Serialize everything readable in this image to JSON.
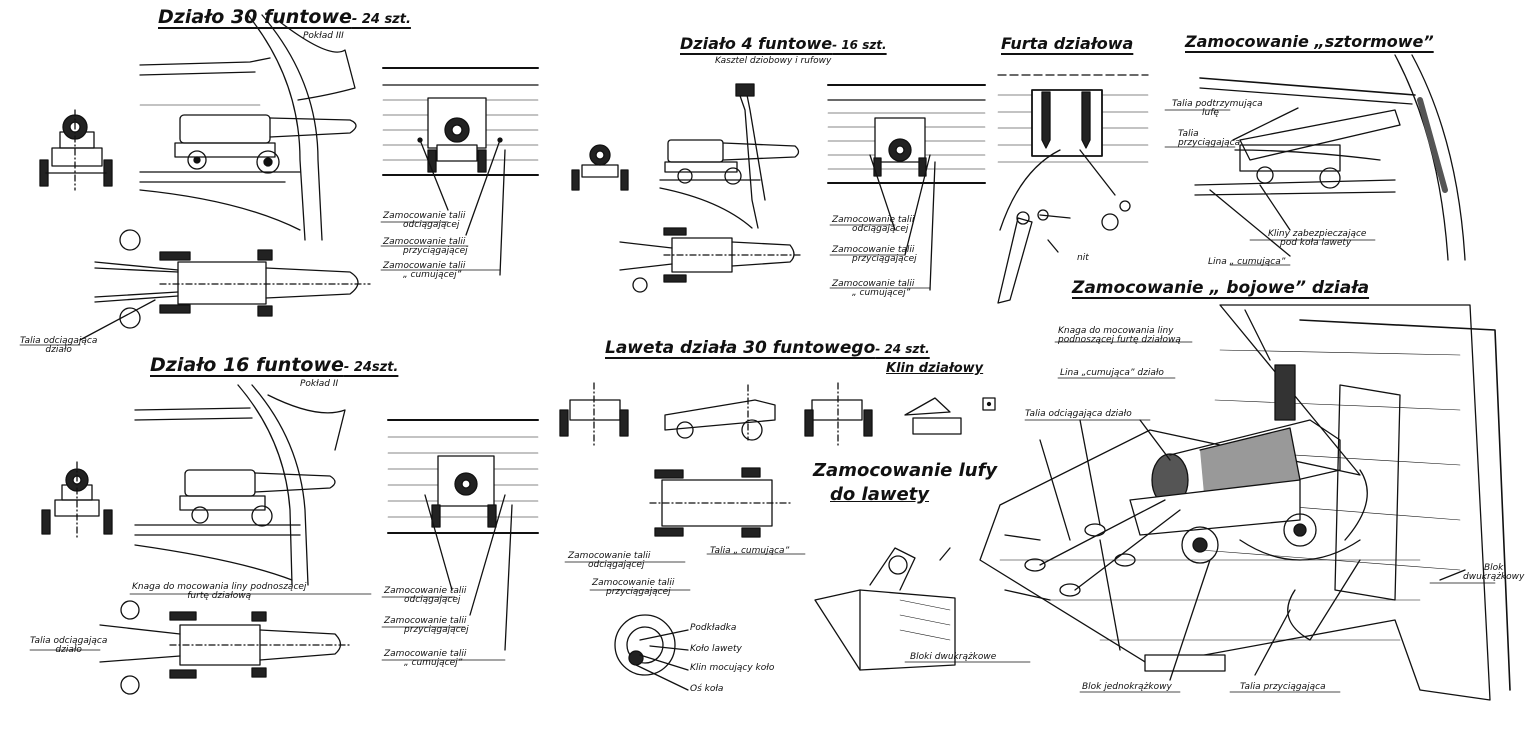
{
  "titles": {
    "d30": "Działo  30 funtowe",
    "d30_count": "- 24 szt.",
    "d30_deck": "Pokład  III",
    "d16": "Działo  16 funtowe",
    "d16_count": "- 24szt.",
    "d16_deck": "Pokład  II",
    "d4": "Działo  4 funtowe",
    "d4_count": "- 16 szt.",
    "d4_deck": "Kasztel  dziobowy  i  rufowy",
    "furta": "Furta  działowa",
    "sztorm": "Zamocowanie „sztormowe”",
    "bojowe": "Zamocowanie „ bojowe” działa",
    "laweta": "Laweta  działa  30 funtowego",
    "laweta_count": "- 24 szt.",
    "klin": "Klin  działowy",
    "lufa1": "Zamocowanie  lufy",
    "lufa2": "do  lawety"
  },
  "labels": {
    "d30_odc": [
      "Zamocowanie  talii",
      "odciągającej"
    ],
    "d30_prz": [
      "Zamocowanie  talii",
      "przyciągającej"
    ],
    "d30_cum": [
      "Zamocowanie  talii",
      "„ cumującej”"
    ],
    "talia_odc_1": [
      "Talia  odciągająca",
      "działo"
    ],
    "d4_odc": [
      "Zamocowanie  talii",
      "odciągającej"
    ],
    "d4_prz": [
      "Zamocowanie  talii",
      "przyciągającej"
    ],
    "d4_cum": [
      "Zamocowanie  talii",
      "„ cumującej”"
    ],
    "nit": "nit",
    "sz_podtrz": [
      "Talia  podtrzymująca",
      "lufę"
    ],
    "sz_przyc": [
      "Talia",
      "przyciągająca"
    ],
    "sz_kliny": [
      "Kliny  zabezpieczające",
      "pod  koła  lawety"
    ],
    "sz_lina": "Lina  „ cumująca”",
    "bj_knaga": [
      "Knaga  do  mocowania  liny",
      "podnoszącej  furtę  działową"
    ],
    "bj_lina": "Lina  „cumująca” działo",
    "bj_talia_odc": "Talia  odciągająca  działo",
    "bj_blok2": [
      "Blok",
      "dwukrążkowy"
    ],
    "bj_bloki": "Bloki  dwukrążkowe",
    "bj_blok1": "Blok  jednokrążkowy",
    "bj_talia_prz": "Talia  przyciągająca",
    "d16_knaga": [
      "Knaga  do  mocowania  liny  podnoszącej",
      "furtę  działową"
    ],
    "d16_odc": [
      "Zamocowanie  talii",
      "odciągającej"
    ],
    "d16_prz": [
      "Zamocowanie  talii",
      "przyciągającej"
    ],
    "d16_cum": [
      "Zamocowanie  talii",
      "„ cumującej”"
    ],
    "talia_odc_2": [
      "Talia  odciągająca",
      "działo"
    ],
    "lw_odc": [
      "Zamocowanie  talii",
      "odciągającej"
    ],
    "lw_cum": "Talia  „ cumująca”",
    "lw_prz": [
      "Zamocowanie  talii",
      "przyciągającej"
    ],
    "kolo_podkl": "Podkładka",
    "kolo_kolo": "Koło  lawety",
    "kolo_klin": "Klin  mocujący  koło",
    "kolo_os": "Oś  koła"
  }
}
